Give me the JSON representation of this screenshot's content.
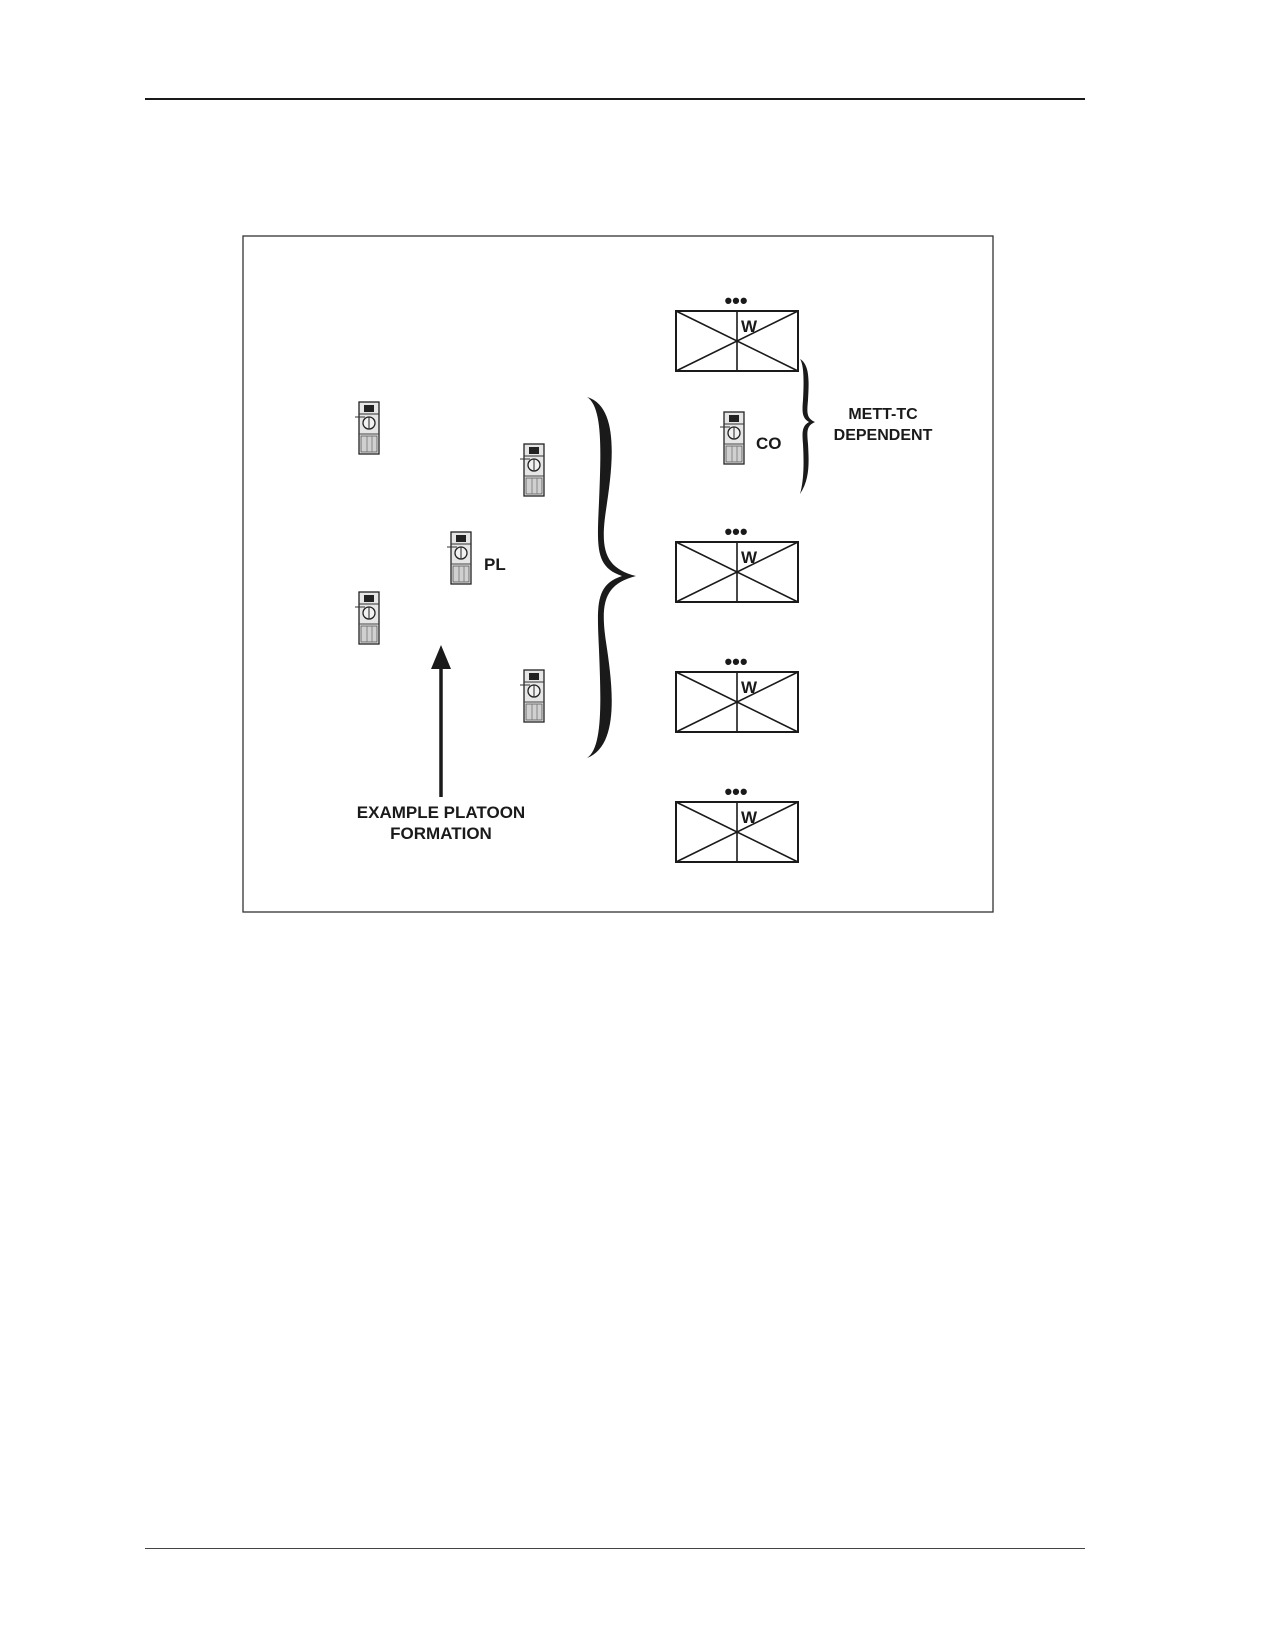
{
  "labels": {
    "platoon_leader": "PL",
    "commander": "CO",
    "mett_tc_line1": "METT-TC",
    "mett_tc_line2": "DEPENDENT",
    "formation_line1": "EXAMPLE PLATOON",
    "formation_line2": "FORMATION"
  },
  "platoon_symbols": [
    {
      "size": "•••",
      "unit_letter": "W"
    },
    {
      "size": "•••",
      "unit_letter": "W"
    },
    {
      "size": "•••",
      "unit_letter": "W"
    },
    {
      "size": "•••",
      "unit_letter": "W"
    }
  ],
  "icons": {
    "vehicle": "tank-icon",
    "unit": "infantry-platoon-symbol",
    "direction": "arrow-up-icon",
    "grouping": "brace-icon"
  },
  "colors": {
    "ink": "#1a1a1a",
    "vehicle_fill": "#d9d9d9",
    "frame": "#333333"
  }
}
